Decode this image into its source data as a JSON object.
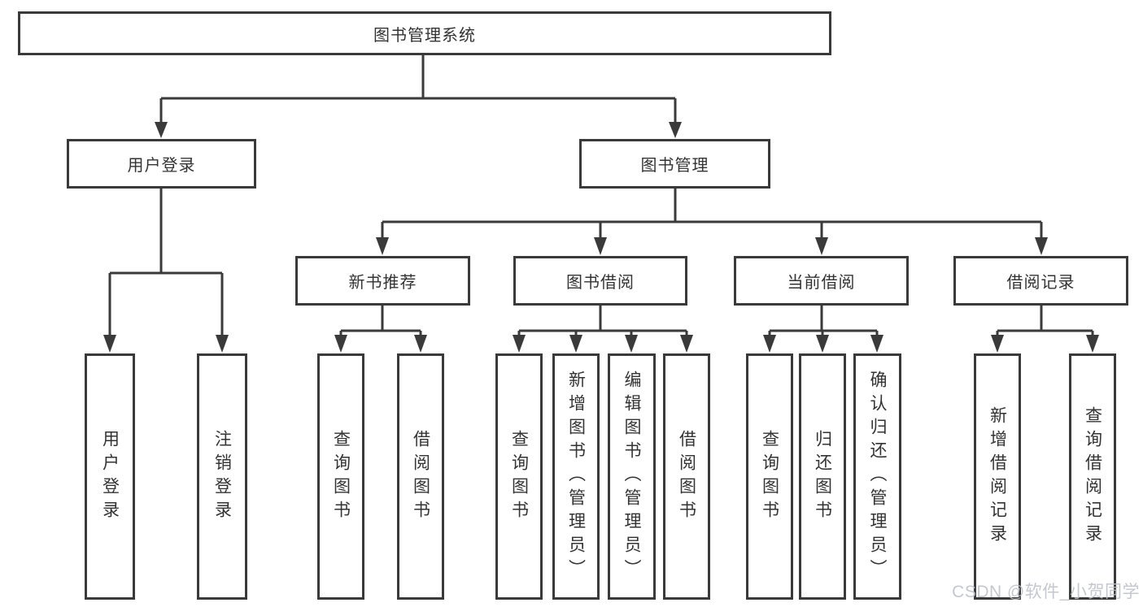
{
  "diagram": {
    "title": "图书管理系统",
    "root": {
      "label": "图书管理系统"
    },
    "level2": [
      {
        "label": "用户登录"
      },
      {
        "label": "图书管理"
      }
    ],
    "level3": [
      {
        "label": "新书推荐",
        "parent": "图书管理"
      },
      {
        "label": "图书借阅",
        "parent": "图书管理"
      },
      {
        "label": "当前借阅",
        "parent": "图书管理"
      },
      {
        "label": "借阅记录",
        "parent": "图书管理"
      }
    ],
    "leaves": [
      {
        "label": "用户登录",
        "parent": "用户登录"
      },
      {
        "label": "注销登录",
        "parent": "用户登录"
      },
      {
        "label": "查询图书",
        "parent": "新书推荐"
      },
      {
        "label": "借阅图书",
        "parent": "新书推荐"
      },
      {
        "label": "查询图书",
        "parent": "图书借阅"
      },
      {
        "label": "新增图书（管理员）",
        "parent": "图书借阅"
      },
      {
        "label": "编辑图书（管理员）",
        "parent": "图书借阅"
      },
      {
        "label": "借阅图书",
        "parent": "图书借阅"
      },
      {
        "label": "查询图书",
        "parent": "当前借阅"
      },
      {
        "label": "归还图书",
        "parent": "当前借阅"
      },
      {
        "label": "确认归还（管理员）",
        "parent": "当前借阅"
      },
      {
        "label": "新增借阅记录",
        "parent": "借阅记录"
      },
      {
        "label": "查询借阅记录",
        "parent": "借阅记录"
      }
    ]
  },
  "watermark": {
    "text": "CSDN @软件_小贺同学"
  },
  "colors": {
    "line": "#3a3a3a",
    "text": "#333333",
    "bg": "#ffffff",
    "watermark": "#bdc2cb"
  }
}
